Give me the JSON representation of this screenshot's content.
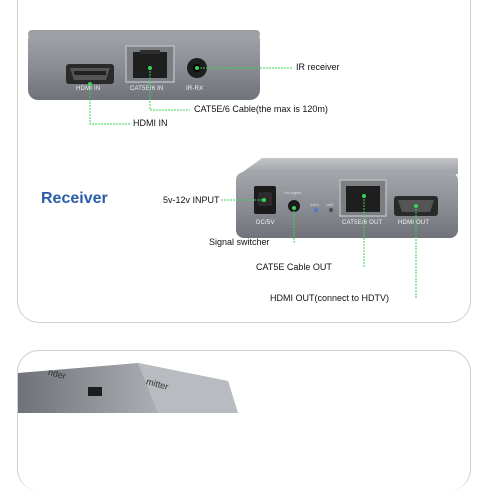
{
  "transmitter_unit": {
    "ports": {
      "hdmi_in": "HDMI IN",
      "cat_in": "CAT5E/6 IN",
      "ir_rx": "IR-RX"
    },
    "callouts": {
      "ir_receiver": "IR receiver",
      "cable": "CAT5E/6 Cable(the max is 120m)",
      "hdmi_in": "HDMI IN"
    }
  },
  "receiver_unit": {
    "title": "Receiver",
    "ports": {
      "dc": "DC/5V",
      "sw": "Sw-signal",
      "cat_out": "CAT5E/6 OUT",
      "hdmi_out": "HDMI OUT",
      "led1": "hdmi",
      "led2": "cat5"
    },
    "callouts": {
      "power": "5v-12v INPUT",
      "switch": "Signal switcher",
      "cable_out": "CAT5E Cable OUT",
      "hdmi_out": "HDMI OUT(connect to HDTV)"
    }
  },
  "bottom_device": {
    "label_a": "nder",
    "label_b": "mitter"
  },
  "colors": {
    "callout_green": "#39d353",
    "receiver_blue": "#2a5da8",
    "device_gray": "#8a8d93"
  }
}
